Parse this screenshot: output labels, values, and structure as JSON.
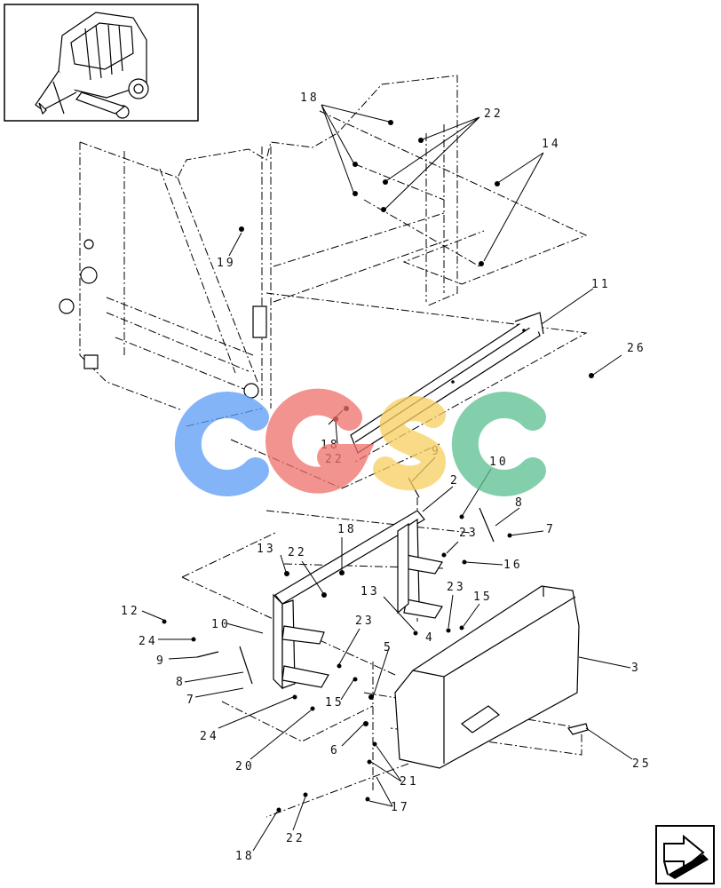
{
  "watermark": {
    "letters": [
      {
        "char": "C",
        "color": "#5b9cf6"
      },
      {
        "char": "G",
        "color": "#f0706a"
      },
      {
        "char": "S",
        "color": "#f8d060"
      },
      {
        "char": "C",
        "color": "#5bbf8f"
      }
    ]
  },
  "thumbnail": {
    "icon": "round-baler-icon"
  },
  "nav_icon": {
    "icon": "next-page-arrow-icon"
  },
  "callouts": [
    {
      "id": "c18a",
      "text": "18"
    },
    {
      "id": "c22a",
      "text": "22"
    },
    {
      "id": "c14",
      "text": "14"
    },
    {
      "id": "c19",
      "text": "19"
    },
    {
      "id": "c11",
      "text": "11"
    },
    {
      "id": "c26",
      "text": "26"
    },
    {
      "id": "c18b",
      "text": "18"
    },
    {
      "id": "c22b",
      "text": "22"
    },
    {
      "id": "c9a",
      "text": "9"
    },
    {
      "id": "c10a",
      "text": "10"
    },
    {
      "id": "c2",
      "text": "2"
    },
    {
      "id": "c8a",
      "text": "8"
    },
    {
      "id": "c7a",
      "text": "7"
    },
    {
      "id": "c23a",
      "text": "23"
    },
    {
      "id": "c16",
      "text": "16"
    },
    {
      "id": "c18c",
      "text": "18"
    },
    {
      "id": "c13a",
      "text": "13"
    },
    {
      "id": "c22c",
      "text": "22"
    },
    {
      "id": "c13b",
      "text": "13"
    },
    {
      "id": "c23b",
      "text": "23"
    },
    {
      "id": "c15a",
      "text": "15"
    },
    {
      "id": "c12",
      "text": "12"
    },
    {
      "id": "c4",
      "text": "4"
    },
    {
      "id": "c10b",
      "text": "10"
    },
    {
      "id": "c24a",
      "text": "24"
    },
    {
      "id": "c23c",
      "text": "23"
    },
    {
      "id": "c9b",
      "text": "9"
    },
    {
      "id": "c5",
      "text": "5"
    },
    {
      "id": "c3",
      "text": "3"
    },
    {
      "id": "c8b",
      "text": "8"
    },
    {
      "id": "c7b",
      "text": "7"
    },
    {
      "id": "c15b",
      "text": "15"
    },
    {
      "id": "c24b",
      "text": "24"
    },
    {
      "id": "c6",
      "text": "6"
    },
    {
      "id": "c25",
      "text": "25"
    },
    {
      "id": "c20",
      "text": "20"
    },
    {
      "id": "c21",
      "text": "21"
    },
    {
      "id": "c17",
      "text": "17"
    },
    {
      "id": "c22d",
      "text": "22"
    },
    {
      "id": "c18d",
      "text": "18"
    }
  ]
}
